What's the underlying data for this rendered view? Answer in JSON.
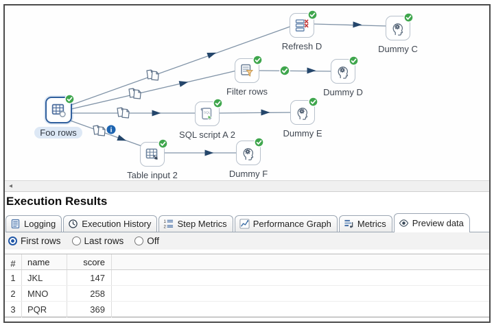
{
  "canvas": {
    "nodes": [
      {
        "id": "foo-rows",
        "label": "Foo rows",
        "icon": "data-grid-icon",
        "status": "success",
        "selected": true
      },
      {
        "id": "refresh-d",
        "label": "Refresh D",
        "icon": "refresh-rows-icon",
        "status": "success",
        "selected": false
      },
      {
        "id": "dummy-c",
        "label": "Dummy C",
        "icon": "dummy-head-icon",
        "status": "success",
        "selected": false
      },
      {
        "id": "filter-rows",
        "label": "Filter rows",
        "icon": "filter-icon",
        "status": "success",
        "selected": false
      },
      {
        "id": "dummy-d",
        "label": "Dummy D",
        "icon": "dummy-head-icon",
        "status": "success",
        "selected": false
      },
      {
        "id": "sql-script-a-2",
        "label": "SQL script A 2",
        "icon": "sql-script-icon",
        "status": "success",
        "selected": false
      },
      {
        "id": "dummy-e",
        "label": "Dummy E",
        "icon": "dummy-head-icon",
        "status": "success",
        "selected": false
      },
      {
        "id": "table-input-2",
        "label": "Table input 2",
        "icon": "table-input-icon",
        "status": "success",
        "selected": false
      },
      {
        "id": "dummy-f",
        "label": "Dummy F",
        "icon": "dummy-head-icon",
        "status": "success",
        "selected": false
      }
    ],
    "hop_decorations": {
      "copy_rows_icon": "copy-files-icon",
      "info_badge_icon": "info-icon",
      "hop_ok_icon": "check-icon"
    }
  },
  "scrollbar": {
    "left_arrow": "◂"
  },
  "results": {
    "title": "Execution Results",
    "tabs": [
      {
        "label": "Logging",
        "icon": "log-document-icon",
        "active": false
      },
      {
        "label": "Execution History",
        "icon": "clock-icon",
        "active": false
      },
      {
        "label": "Step Metrics",
        "icon": "numbered-list-icon",
        "active": false
      },
      {
        "label": "Performance Graph",
        "icon": "line-chart-icon",
        "active": false
      },
      {
        "label": "Metrics",
        "icon": "gantt-chart-icon",
        "active": false
      },
      {
        "label": "Preview data",
        "icon": "eye-icon",
        "active": true
      }
    ],
    "row_mode": {
      "options": [
        {
          "label": "First rows",
          "selected": true
        },
        {
          "label": "Last rows",
          "selected": false
        },
        {
          "label": "Off",
          "selected": false
        }
      ]
    },
    "preview_table": {
      "corner_caret": "ˆ",
      "columns": [
        "#",
        "name",
        "score"
      ],
      "rows": [
        [
          "1",
          "JKL",
          "147"
        ],
        [
          "2",
          "MNO",
          "258"
        ],
        [
          "3",
          "PQR",
          "369"
        ]
      ]
    }
  },
  "colors": {
    "success_badge": "#3fa64d",
    "hop_line": "#8093a7",
    "hop_arrow": "#24466b",
    "selected_step_border": "#2f5f9d",
    "selected_label_bg": "#dde8f5",
    "info_badge": "#1d64b0",
    "filter_funnel": "#f4cd92",
    "error_x": "#c43b3b"
  }
}
